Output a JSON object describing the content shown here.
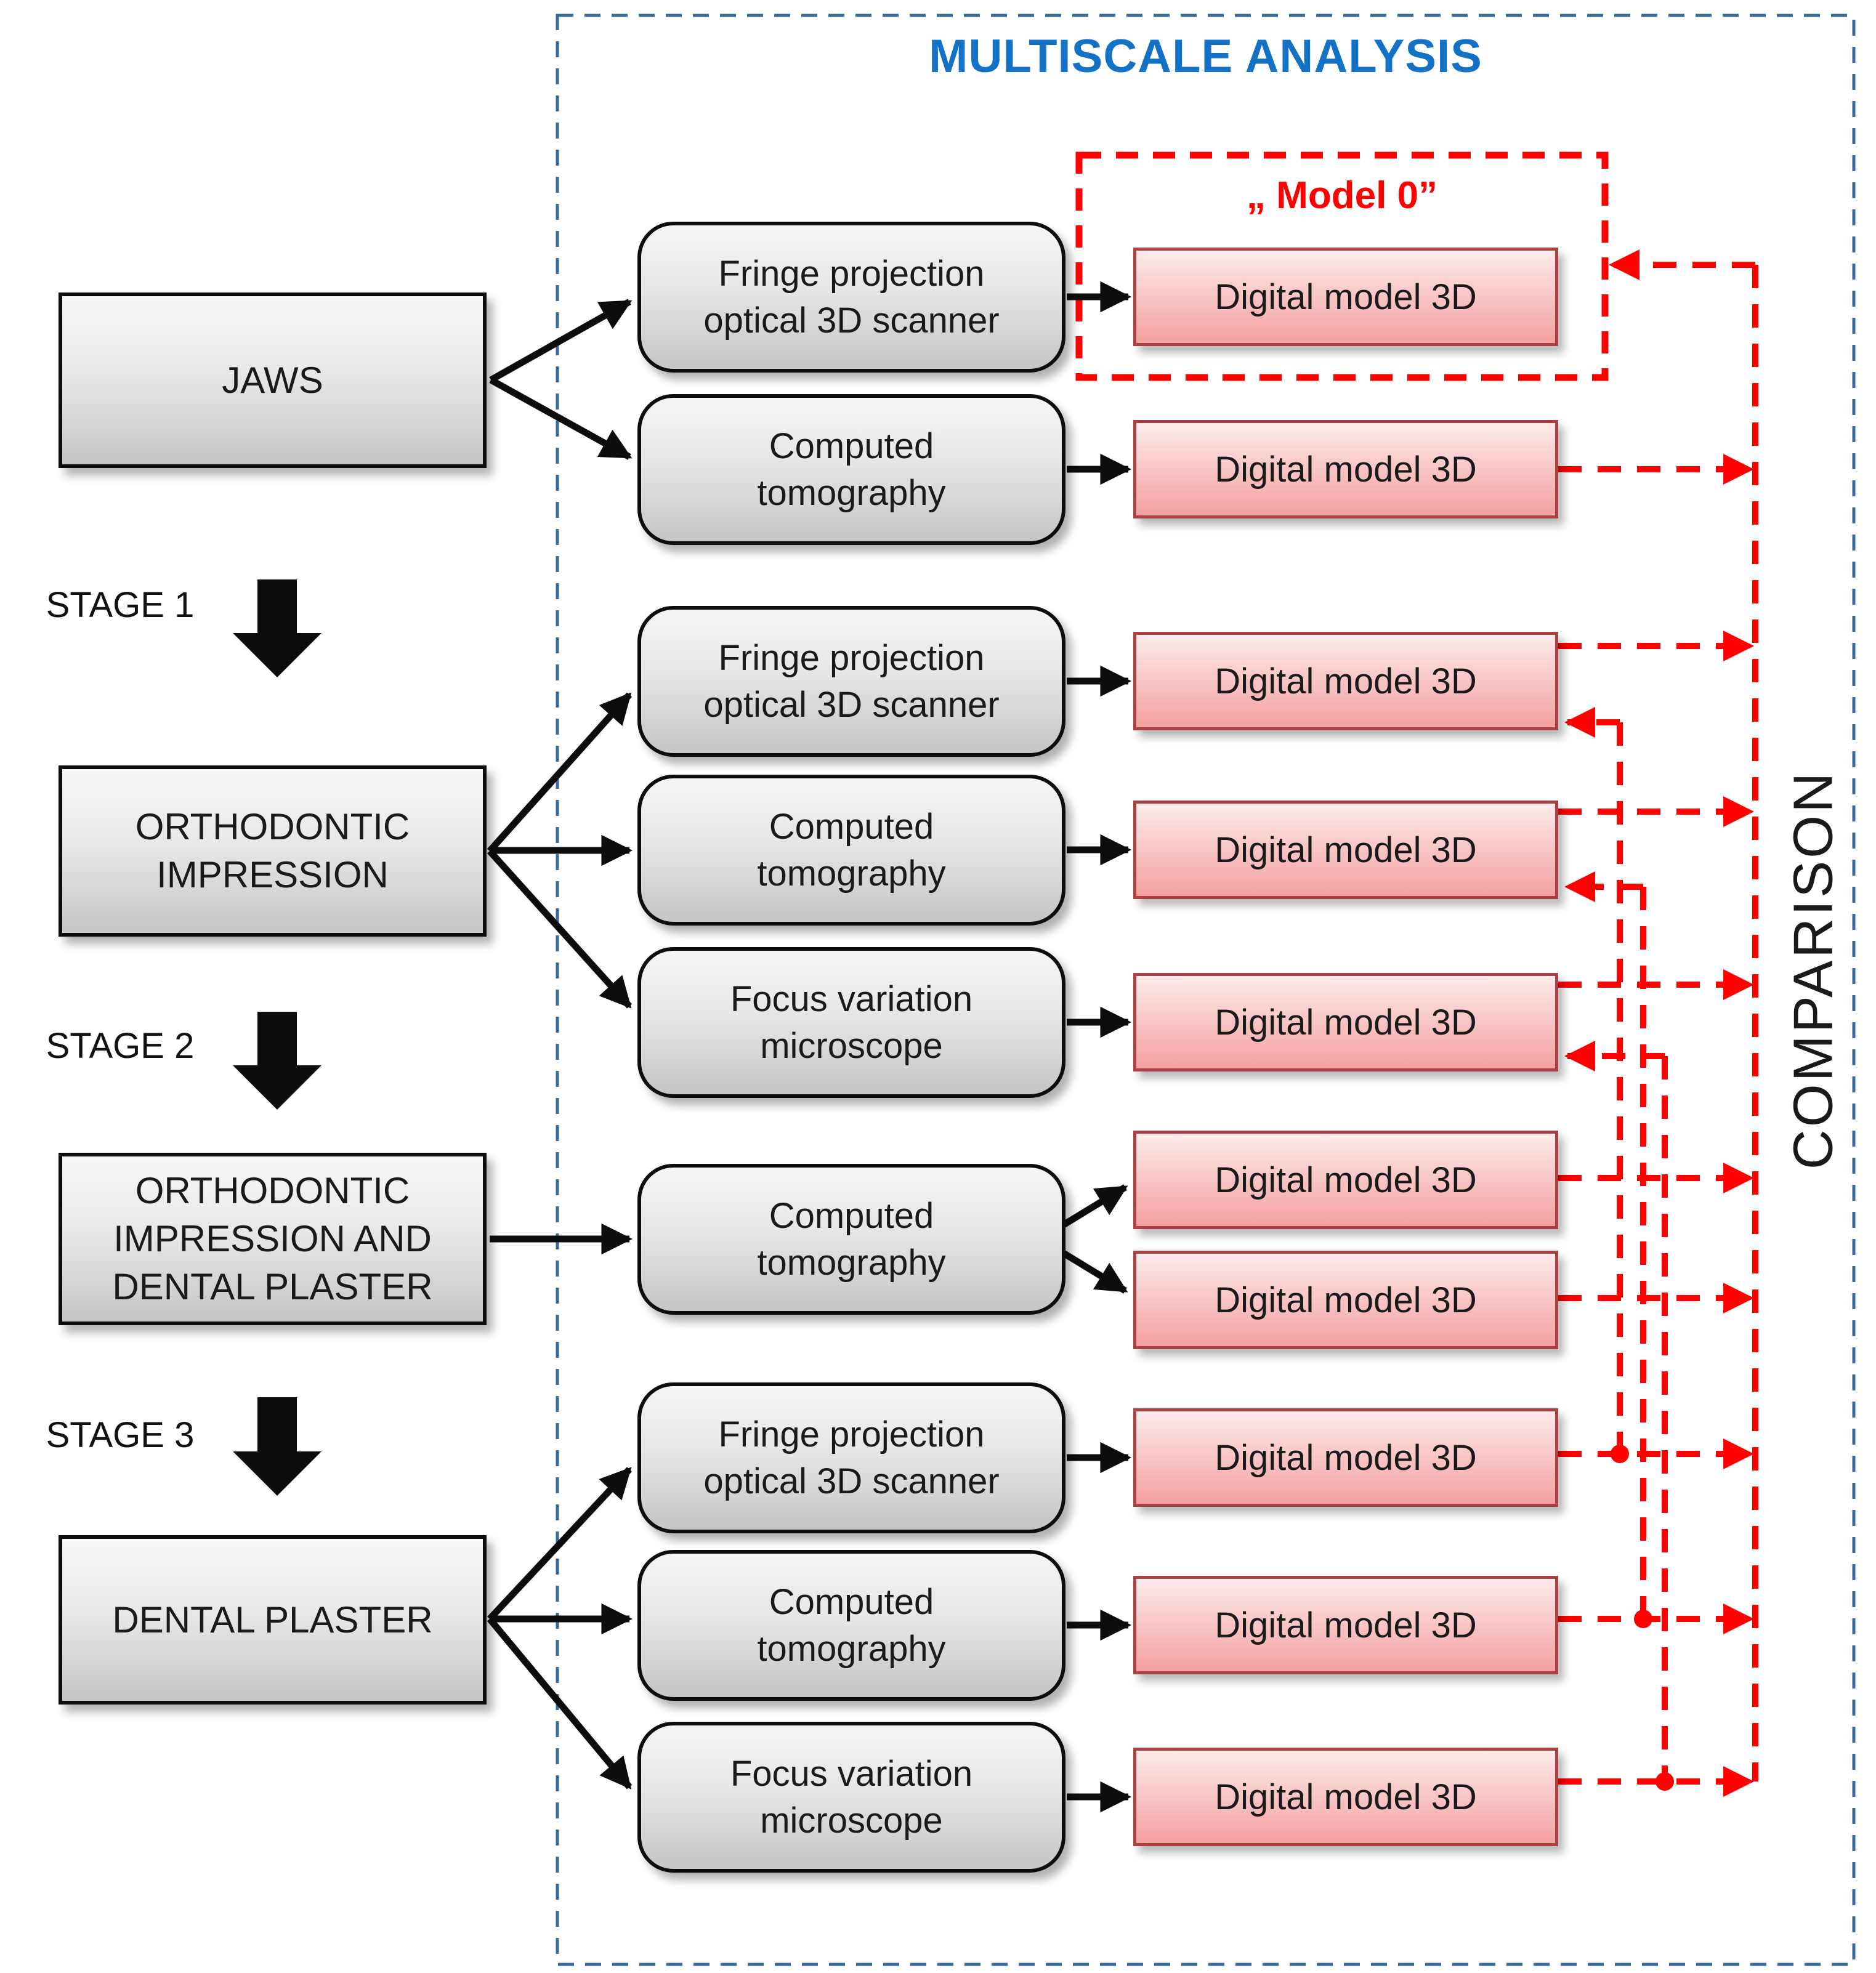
{
  "title": "MULTISCALE ANALYSIS",
  "comparison_label": "COMPARISON",
  "model0": {
    "label": "„ Model 0”"
  },
  "stages": [
    {
      "label": "STAGE 1"
    },
    {
      "label": "STAGE 2"
    },
    {
      "label": "STAGE 3"
    }
  ],
  "sources": [
    {
      "label": "JAWS"
    },
    {
      "label": "ORTHODONTIC\nIMPRESSION"
    },
    {
      "label": "ORTHODONTIC\nIMPRESSION AND\nDENTAL PLASTER"
    },
    {
      "label": "DENTAL PLASTER"
    }
  ],
  "methods": [
    {
      "label": "Fringe projection\noptical 3D scanner"
    },
    {
      "label": "Computed\ntomography"
    },
    {
      "label": "Fringe projection\noptical 3D scanner"
    },
    {
      "label": "Computed\ntomography"
    },
    {
      "label": "Focus variation\nmicroscope"
    },
    {
      "label": "Computed\ntomography"
    },
    {
      "label": "Fringe projection\noptical 3D scanner"
    },
    {
      "label": "Computed\ntomography"
    },
    {
      "label": "Focus variation\nmicroscope"
    }
  ],
  "models": [
    {
      "label": "Digital model 3D"
    },
    {
      "label": "Digital model 3D"
    },
    {
      "label": "Digital model 3D"
    },
    {
      "label": "Digital model 3D"
    },
    {
      "label": "Digital model 3D"
    },
    {
      "label": "Digital model 3D"
    },
    {
      "label": "Digital model 3D"
    },
    {
      "label": "Digital model 3D"
    },
    {
      "label": "Digital model 3D"
    },
    {
      "label": "Digital model 3D"
    }
  ],
  "colors": {
    "title_blue": "#1372C6",
    "container_border_blue": "#3A6B9C",
    "comparison_red": "#FF0000",
    "model_box_border": "#A94343",
    "black": "#111111"
  }
}
